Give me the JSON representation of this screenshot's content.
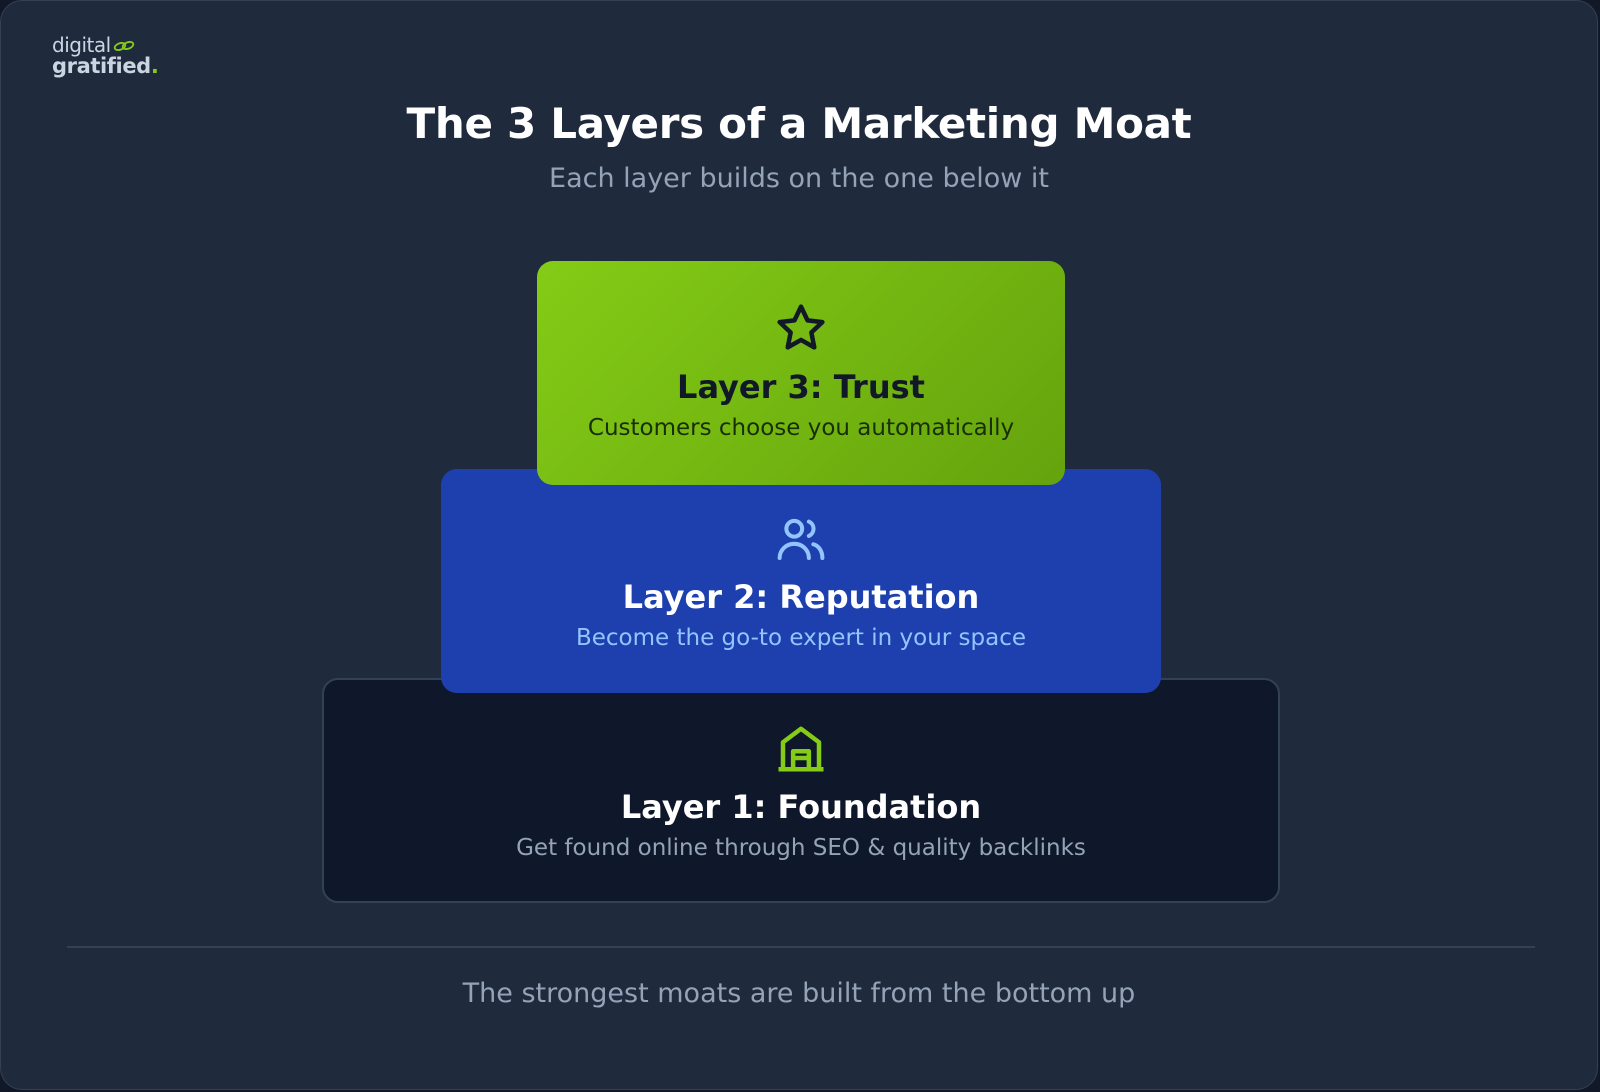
{
  "brand": {
    "line1": "digital",
    "line2": "gratified",
    "dot": ".",
    "accent_color": "#84cc16"
  },
  "header": {
    "title": "The 3 Layers of a Marketing Moat",
    "subtitle": "Each layer builds on the one below it"
  },
  "layers": [
    {
      "title": "Layer 3: Trust",
      "description": "Customers choose you automatically",
      "icon": "star-icon",
      "color": "#84cc16"
    },
    {
      "title": "Layer 2: Reputation",
      "description": "Become the go-to expert in your space",
      "icon": "users-icon",
      "color": "#1e40af"
    },
    {
      "title": "Layer 1: Foundation",
      "description": "Get found online through SEO & quality backlinks",
      "icon": "warehouse-icon",
      "color": "#0f172a"
    }
  ],
  "footer": {
    "text": "The strongest moats are built from the bottom up"
  }
}
